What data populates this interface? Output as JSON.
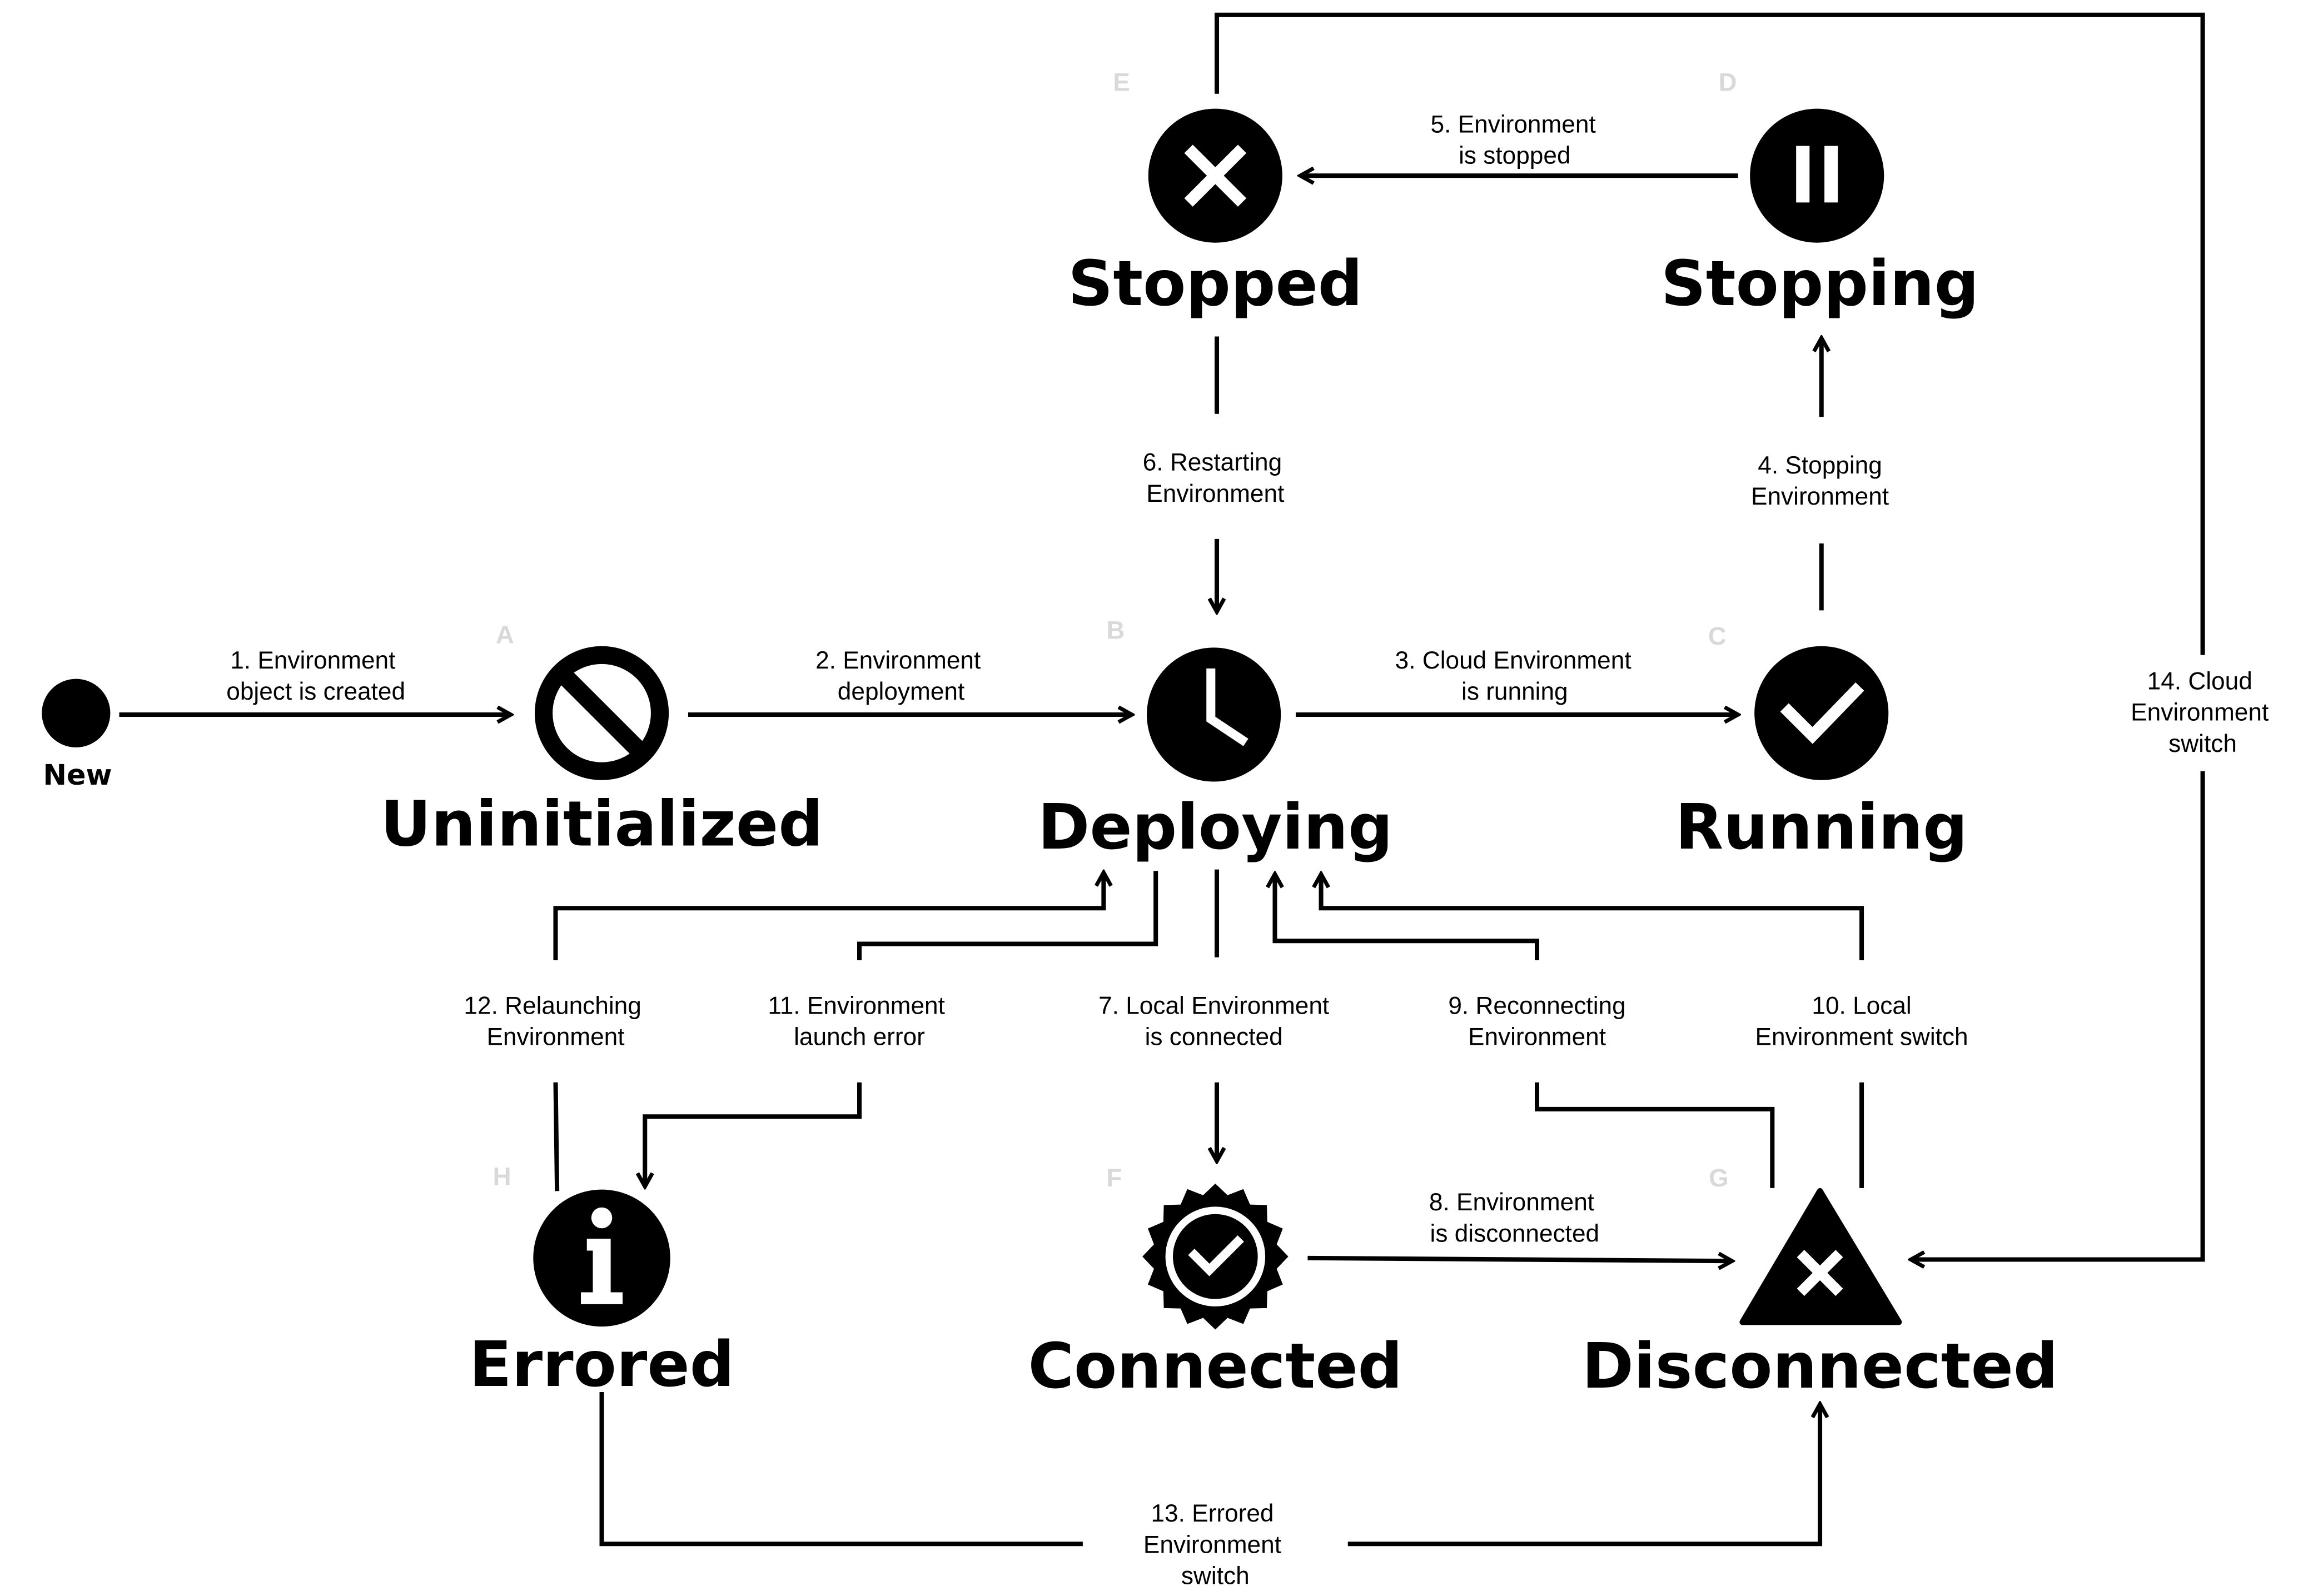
{
  "start": {
    "label": "New"
  },
  "states": {
    "uninitialized": {
      "letter": "A",
      "title": "Uninitialized",
      "icon": "prohibited-icon"
    },
    "deploying": {
      "letter": "B",
      "title": "Deploying",
      "icon": "clock-icon"
    },
    "running": {
      "letter": "C",
      "title": "Running",
      "icon": "checkmark-circle-icon"
    },
    "stopping": {
      "letter": "D",
      "title": "Stopping",
      "icon": "pause-icon"
    },
    "stopped": {
      "letter": "E",
      "title": "Stopped",
      "icon": "close-circle-icon"
    },
    "connected": {
      "letter": "F",
      "title": "Connected",
      "icon": "verified-badge-icon"
    },
    "disconnected": {
      "letter": "G",
      "title": "Disconnected",
      "icon": "warning-triangle-x-icon"
    },
    "errored": {
      "letter": "H",
      "title": "Errored",
      "icon": "info-icon"
    }
  },
  "transitions": {
    "t1": {
      "line1": "1. Environment",
      "line2": "object is created"
    },
    "t2": {
      "line1": "2. Environment",
      "line2": "deployment"
    },
    "t3": {
      "line1": "3. Cloud Environment",
      "line2": "is running"
    },
    "t4": {
      "line1": "4. Stopping",
      "line2": "Environment"
    },
    "t5": {
      "line1": "5. Environment",
      "line2": "is stopped"
    },
    "t6": {
      "line1": "6. Restarting",
      "line2": "Environment"
    },
    "t7": {
      "line1": "7. Local Environment",
      "line2": "is connected"
    },
    "t8": {
      "line1": "8. Environment",
      "line2": "is disconnected"
    },
    "t9": {
      "line1": "9. Reconnecting",
      "line2": "Environment"
    },
    "t10": {
      "line1": "10. Local",
      "line2": "Environment switch"
    },
    "t11": {
      "line1": "11. Environment",
      "line2": "launch error"
    },
    "t12": {
      "line1": "12. Relaunching",
      "line2": "Environment"
    },
    "t13": {
      "line1": "13. Errored",
      "line2": "Environment",
      "line3": "switch"
    },
    "t14": {
      "line1": "14. Cloud",
      "line2": "Environment",
      "line3": "switch"
    }
  },
  "colors": {
    "ink": "#000000",
    "letter": "#d9d9d9",
    "background": "#ffffff"
  }
}
